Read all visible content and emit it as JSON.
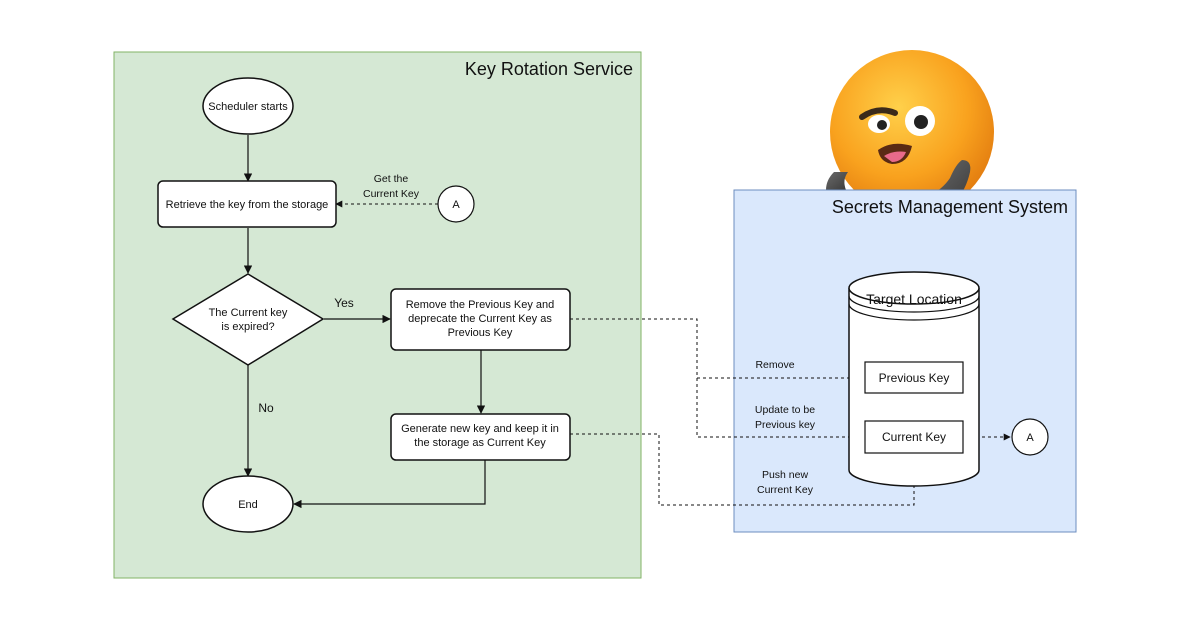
{
  "containers": {
    "key_rotation": {
      "title": "Key Rotation Service",
      "fill": "#d5e8d4",
      "stroke": "#82b366"
    },
    "secrets_mgmt": {
      "title": "Secrets Management System",
      "fill": "#dae8fc",
      "stroke": "#6c8ebf"
    }
  },
  "nodes": {
    "scheduler": "Scheduler starts",
    "retrieve": "Retrieve the key from the storage",
    "decision": [
      "The Current key",
      "is expired?"
    ],
    "remove_prev": [
      "Remove the Previous Key and",
      "deprecate the Current Key as",
      "Previous Key"
    ],
    "generate": [
      "Generate new key and keep it in",
      "the storage as Current Key"
    ],
    "end": "End",
    "connector_left": "A",
    "connector_right": "A",
    "storage": "Target Location",
    "previous_key": "Previous Key",
    "current_key": "Current Key"
  },
  "edge_labels": {
    "get_current": [
      "Get the",
      "Current Key"
    ],
    "yes": "Yes",
    "no": "No",
    "remove": "Remove",
    "update_prev": [
      "Update to be",
      "Previous key"
    ],
    "push_new": [
      "Push new",
      "Current Key"
    ]
  },
  "mascot": {
    "icon": "smirking-emoji-face-icon"
  }
}
